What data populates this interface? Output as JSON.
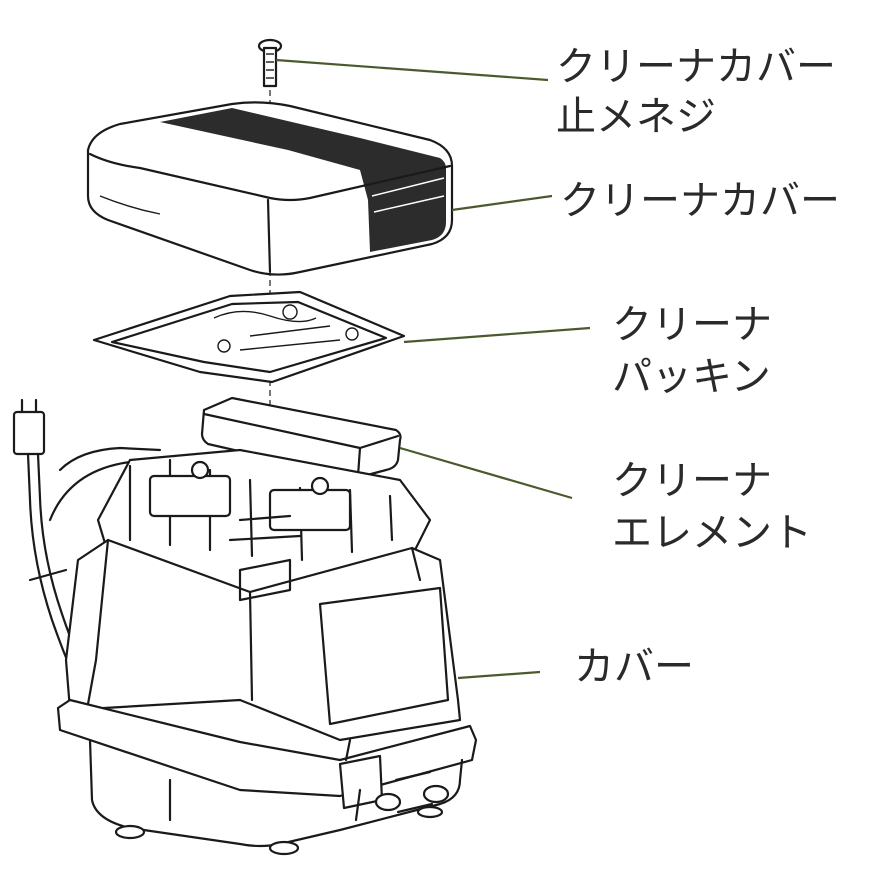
{
  "labels": {
    "screw": [
      "クリーナカバー",
      "止メネジ"
    ],
    "cleaner_cover": "クリーナカバー",
    "packing": [
      "クリーナ",
      "パッキン"
    ],
    "element": [
      "クリーナ",
      "エレメント"
    ],
    "cover": "カバー"
  },
  "colors": {
    "leader_line": "#4b5a2e",
    "ink": "#1a1a1a",
    "label_text": "#2a2a2a"
  }
}
